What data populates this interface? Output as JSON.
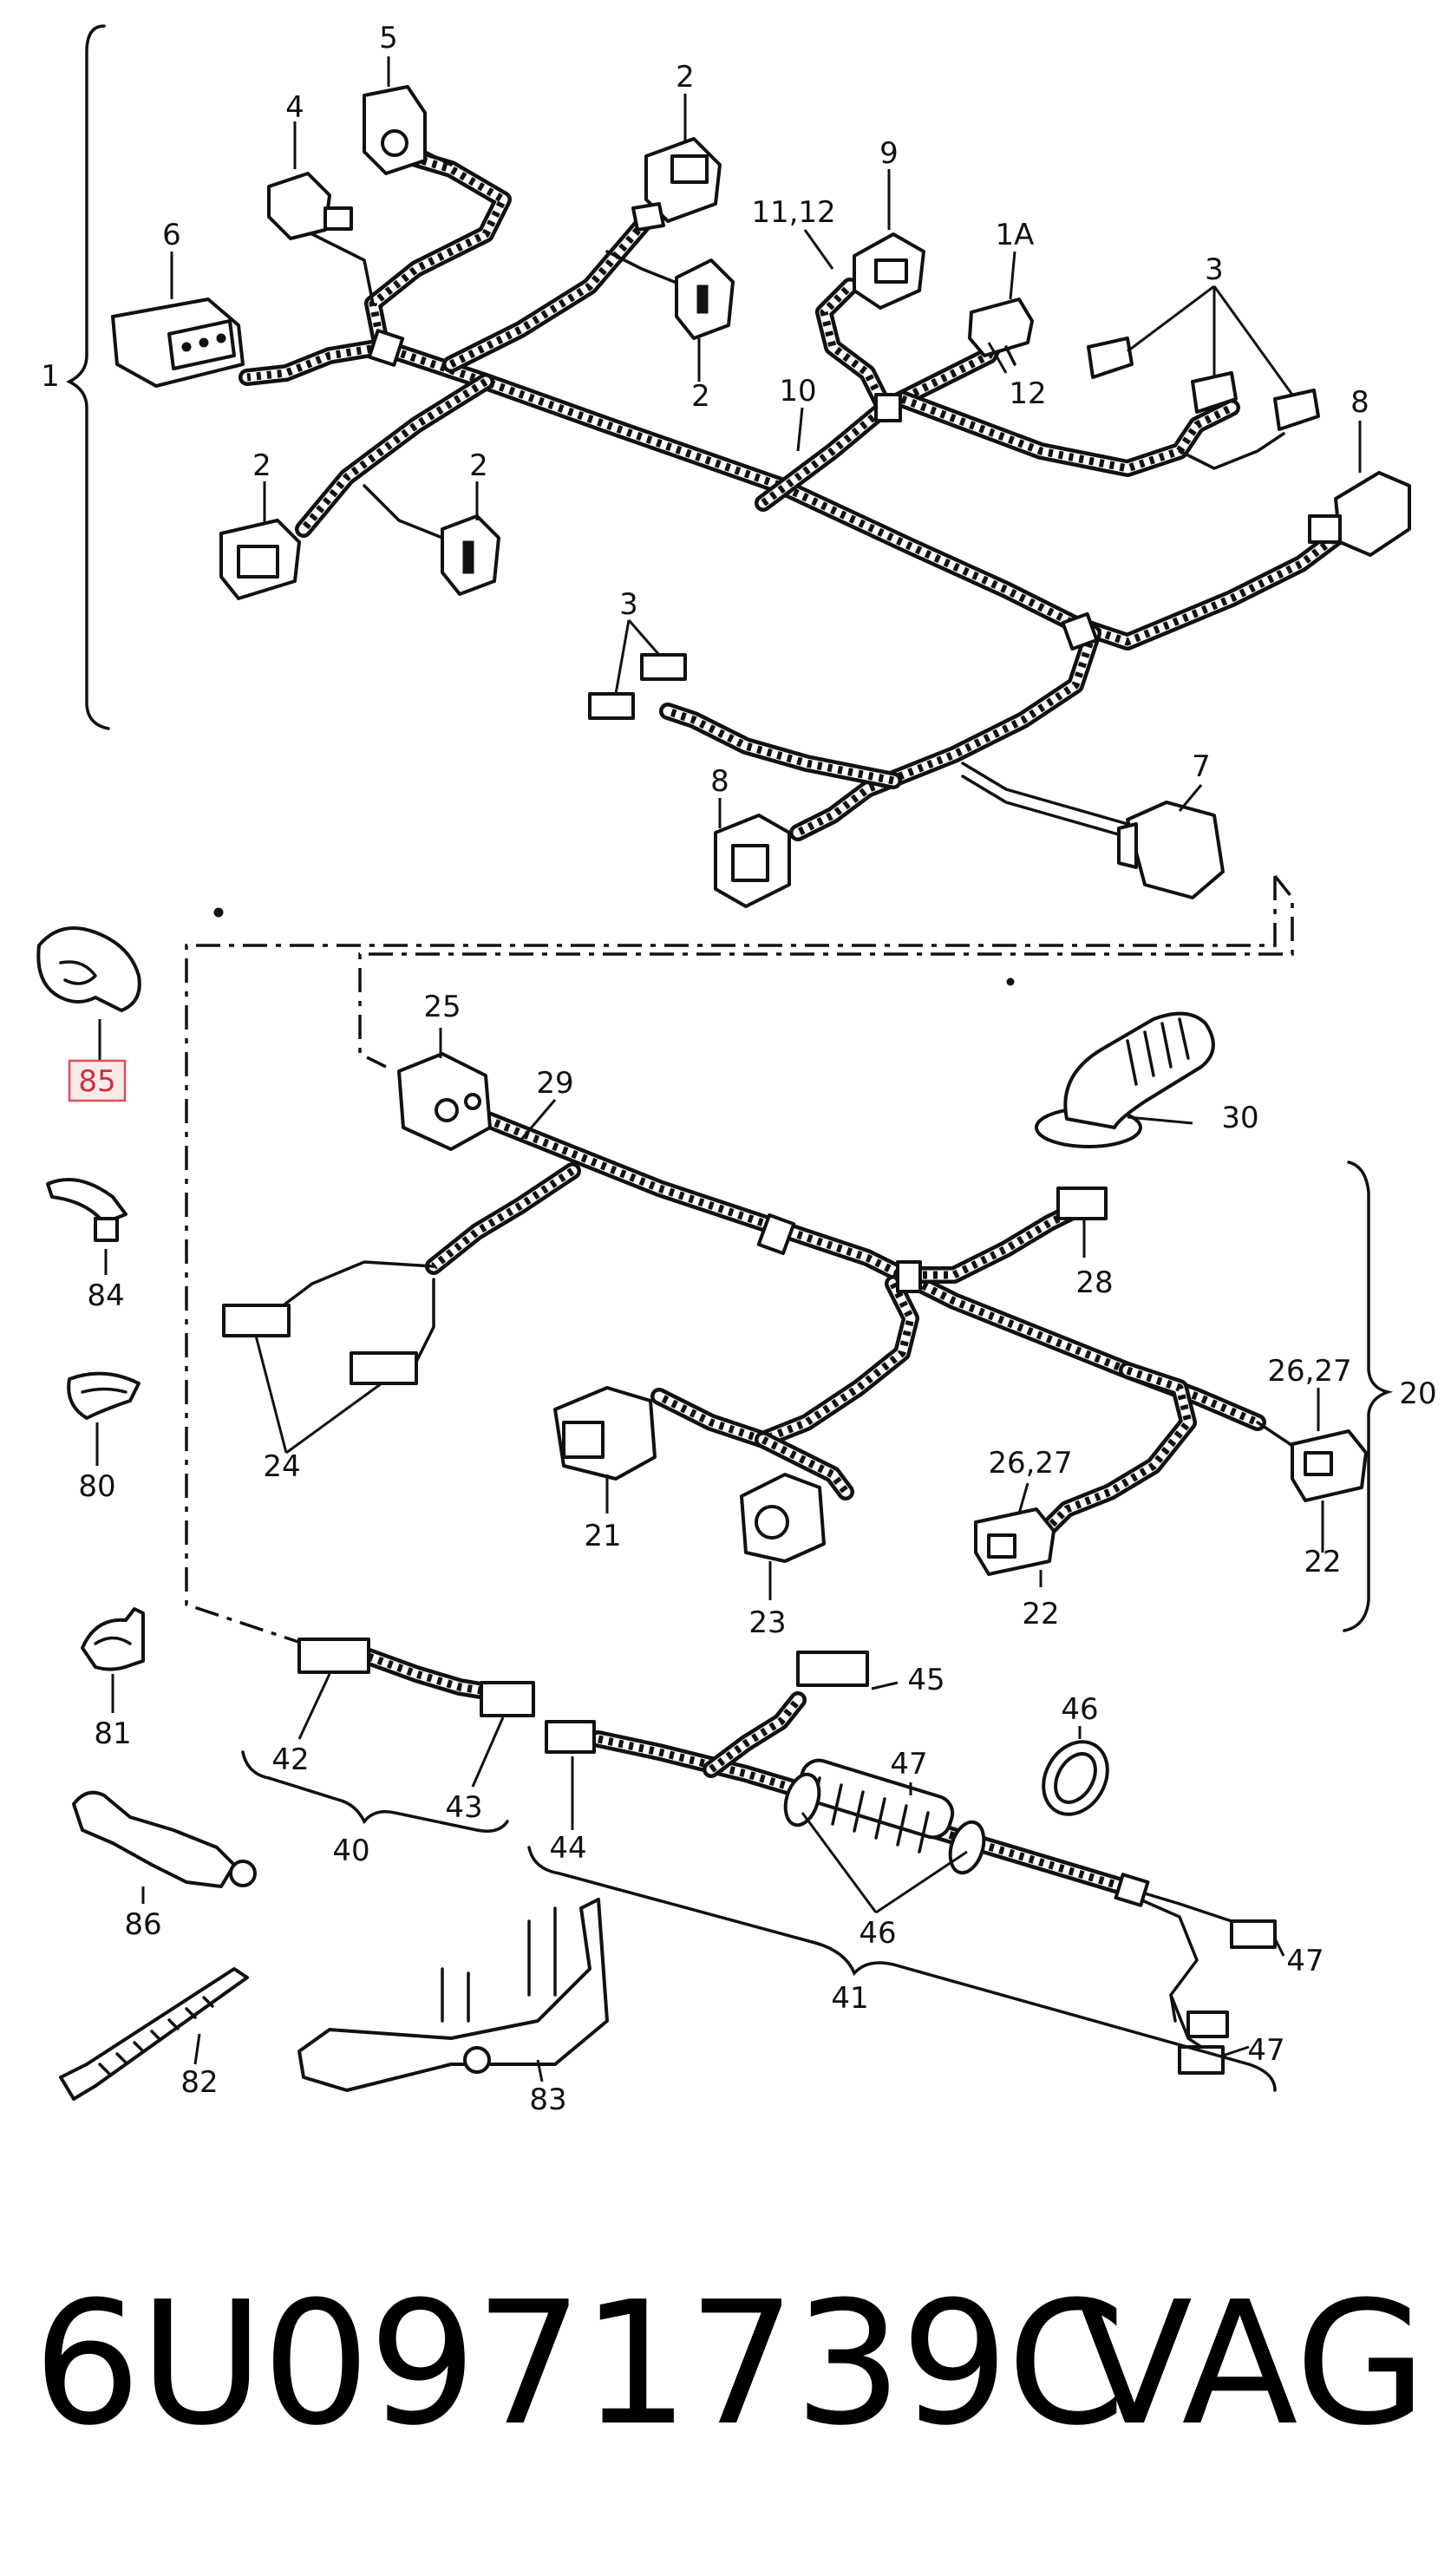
{
  "diagram": {
    "callouts": {
      "l1": "1",
      "l1A": "1A",
      "l2a": "2",
      "l2b": "2",
      "l2c": "2",
      "l2d": "2",
      "l3a": "3",
      "l3b": "3",
      "l4": "4",
      "l5": "5",
      "l6": "6",
      "l7": "7",
      "l8a": "8",
      "l8b": "8",
      "l9": "9",
      "l10": "10",
      "l11_12": "11,12",
      "l12": "12",
      "l20": "20",
      "l21": "21",
      "l22a": "22",
      "l22b": "22",
      "l23": "23",
      "l24": "24",
      "l25": "25",
      "l26_27a": "26,27",
      "l26_27b": "26,27",
      "l28": "28",
      "l29": "29",
      "l30": "30",
      "l40": "40",
      "l41": "41",
      "l42": "42",
      "l43": "43",
      "l44": "44",
      "l45": "45",
      "l46a": "46",
      "l46b": "46",
      "l47a": "47",
      "l47b": "47",
      "l47c": "47",
      "l80": "80",
      "l81": "81",
      "l82": "82",
      "l83": "83",
      "l84": "84",
      "l85": "85",
      "l86": "86"
    },
    "highlight_color": "#d9505a"
  },
  "footer": {
    "part_number": "6U0971739C",
    "manufacturer": "VAG"
  }
}
